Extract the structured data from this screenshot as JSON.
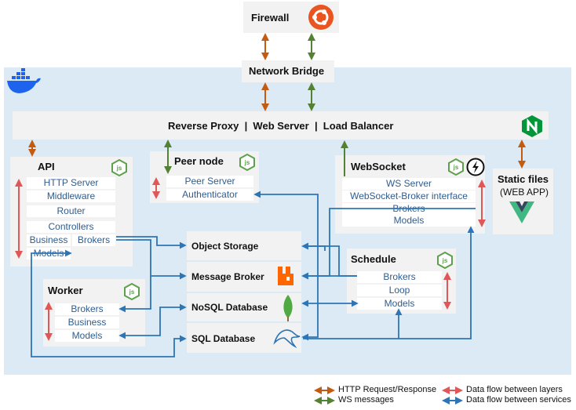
{
  "firewall": {
    "label": "Firewall",
    "icon": "ubuntu-icon"
  },
  "network_bridge": {
    "label": "Network Bridge"
  },
  "docker": {
    "icon": "docker-whale-icon",
    "color": "#dbeaf5"
  },
  "proxy": {
    "label": "Reverse Proxy  |  Web Server  |  Load Balancer",
    "icon": "nginx-icon"
  },
  "api": {
    "title": "API",
    "icon": "nodejs-icon",
    "cells": [
      "HTTP Server",
      "Middleware",
      "Router",
      "Controllers",
      "Business",
      "Brokers",
      "Models"
    ]
  },
  "peer": {
    "title": "Peer node",
    "icon": "nodejs-icon",
    "cells": [
      "Peer Server",
      "Authenticator"
    ]
  },
  "websocket": {
    "title": "WebSocket",
    "icons": [
      "nodejs-icon",
      "socketio-icon"
    ],
    "cells": [
      "WS Server",
      "WebSocket-Broker interface",
      "Brokers",
      "Models"
    ]
  },
  "static": {
    "title": "Static files",
    "subtitle": "(WEB APP)",
    "icon": "vue-icon"
  },
  "worker": {
    "title": "Worker",
    "icon": "nodejs-icon",
    "cells": [
      "Brokers",
      "Business",
      "Models"
    ]
  },
  "schedule": {
    "title": "Schedule",
    "icon": "nodejs-icon",
    "cells": [
      "Brokers",
      "Loop",
      "Models"
    ]
  },
  "storage": {
    "items": [
      {
        "label": "Object Storage",
        "icon": ""
      },
      {
        "label": "Message Broker",
        "icon": "rabbitmq-icon"
      },
      {
        "label": "NoSQL Database",
        "icon": "mongodb-icon"
      },
      {
        "label": "SQL Database",
        "icon": "mysql-icon"
      }
    ]
  },
  "legend": {
    "http": "HTTP Request/Response",
    "ws": "WS messages",
    "layers": "Data flow between layers",
    "services": "Data flow between services"
  },
  "colors": {
    "http": "#c55a11",
    "ws": "#548235",
    "layers": "#e05757",
    "services": "#2e75b6"
  }
}
